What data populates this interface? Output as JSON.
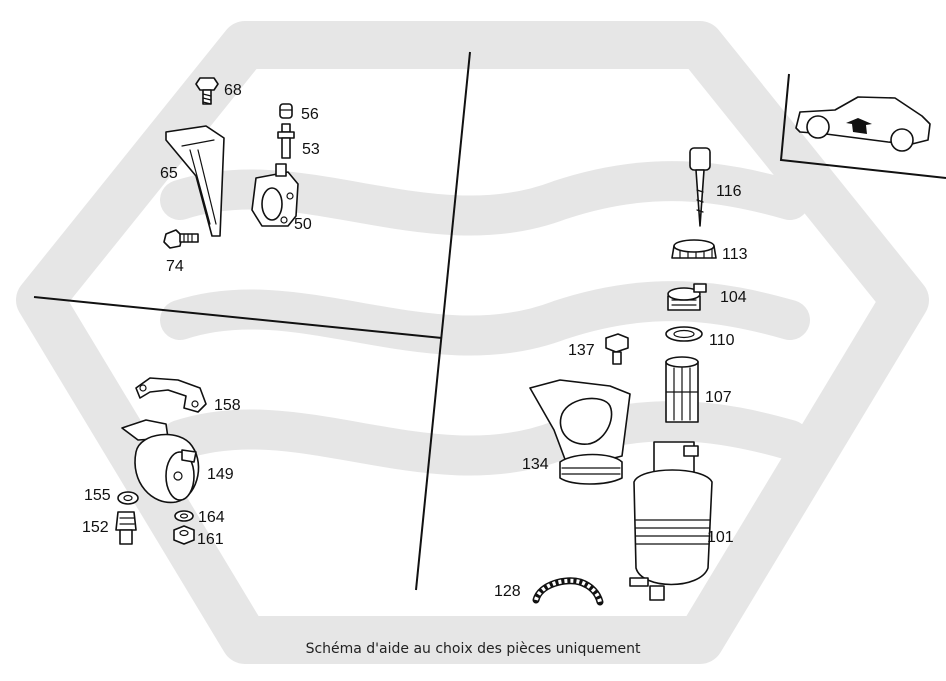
{
  "caption": "Schéma d'aide au choix des pièces uniquement",
  "watermark": {
    "color": "#e6e6e6",
    "shape": "hexagon-logo"
  },
  "parts": [
    {
      "id": "68",
      "label": "68"
    },
    {
      "id": "56",
      "label": "56"
    },
    {
      "id": "53",
      "label": "53"
    },
    {
      "id": "65",
      "label": "65"
    },
    {
      "id": "50",
      "label": "50"
    },
    {
      "id": "74",
      "label": "74"
    },
    {
      "id": "158",
      "label": "158"
    },
    {
      "id": "149",
      "label": "149"
    },
    {
      "id": "155",
      "label": "155"
    },
    {
      "id": "164",
      "label": "164"
    },
    {
      "id": "152",
      "label": "152"
    },
    {
      "id": "161",
      "label": "161"
    },
    {
      "id": "116",
      "label": "116"
    },
    {
      "id": "113",
      "label": "113"
    },
    {
      "id": "104",
      "label": "104"
    },
    {
      "id": "110",
      "label": "110"
    },
    {
      "id": "137",
      "label": "137"
    },
    {
      "id": "107",
      "label": "107"
    },
    {
      "id": "134",
      "label": "134"
    },
    {
      "id": "101",
      "label": "101"
    },
    {
      "id": "128",
      "label": "128"
    }
  ],
  "vehicle_icon": {
    "name": "car-front-arrow-icon"
  }
}
